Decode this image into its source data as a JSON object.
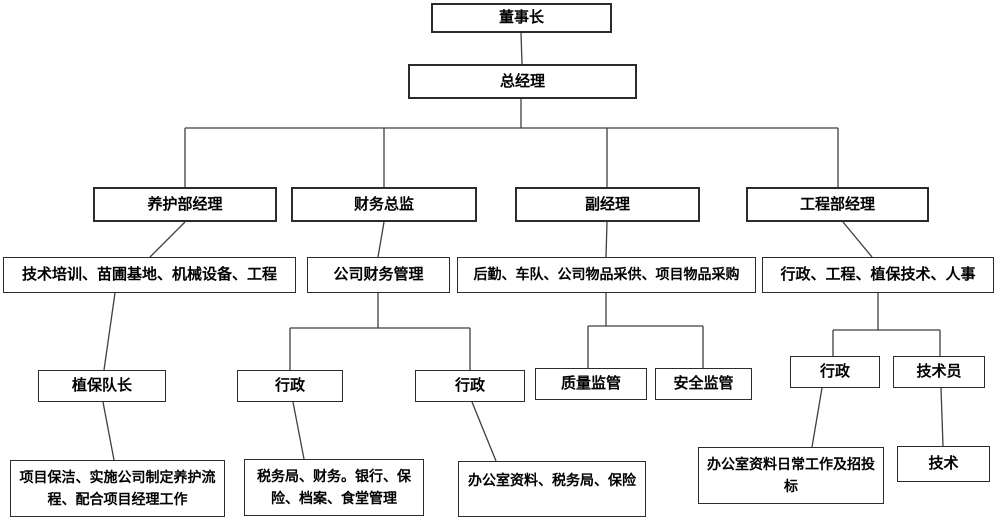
{
  "diagram": {
    "type": "org-chart",
    "nodes": {
      "chairman": "董事长",
      "general_manager": "总经理",
      "maintenance_manager": "养护部经理",
      "finance_director": "财务总监",
      "deputy_manager": "副经理",
      "engineering_manager": "工程部经理",
      "tech_training": "技术培训、苗圃基地、机械设备、工程",
      "company_finance": "公司财务管理",
      "logistics": "后勤、车队、公司物品采供、项目物品采购",
      "admin_engineering": "行政、工程、植保技术、人事",
      "plant_protection_leader": "植保队长",
      "admin_1": "行政",
      "admin_2": "行政",
      "quality_supervision": "质量监管",
      "safety_supervision": "安全监管",
      "admin_3": "行政",
      "technician": "技术员",
      "project_cleaning": "项目保洁、实施公司制定养护流程、配合项目经理工作",
      "tax_finance": "税务局、财务。银行、保险、档案、食堂管理",
      "office_documents": "办公室资料、税务局、保险",
      "office_daily_work": "办公室资料日常工作及招投标",
      "technology": "技术"
    },
    "edges": [
      [
        "chairman",
        "general_manager"
      ],
      [
        "general_manager",
        "maintenance_manager"
      ],
      [
        "general_manager",
        "finance_director"
      ],
      [
        "general_manager",
        "deputy_manager"
      ],
      [
        "general_manager",
        "engineering_manager"
      ],
      [
        "maintenance_manager",
        "tech_training"
      ],
      [
        "finance_director",
        "company_finance"
      ],
      [
        "deputy_manager",
        "logistics"
      ],
      [
        "engineering_manager",
        "admin_engineering"
      ],
      [
        "tech_training",
        "plant_protection_leader"
      ],
      [
        "company_finance",
        "admin_1"
      ],
      [
        "company_finance",
        "admin_2"
      ],
      [
        "logistics",
        "quality_supervision"
      ],
      [
        "logistics",
        "safety_supervision"
      ],
      [
        "admin_engineering",
        "admin_3"
      ],
      [
        "admin_engineering",
        "technician"
      ],
      [
        "plant_protection_leader",
        "project_cleaning"
      ],
      [
        "admin_1",
        "tax_finance"
      ],
      [
        "admin_2",
        "office_documents"
      ],
      [
        "admin_3",
        "office_daily_work"
      ],
      [
        "technician",
        "technology"
      ]
    ],
    "line_color": "#3f3f3f"
  }
}
